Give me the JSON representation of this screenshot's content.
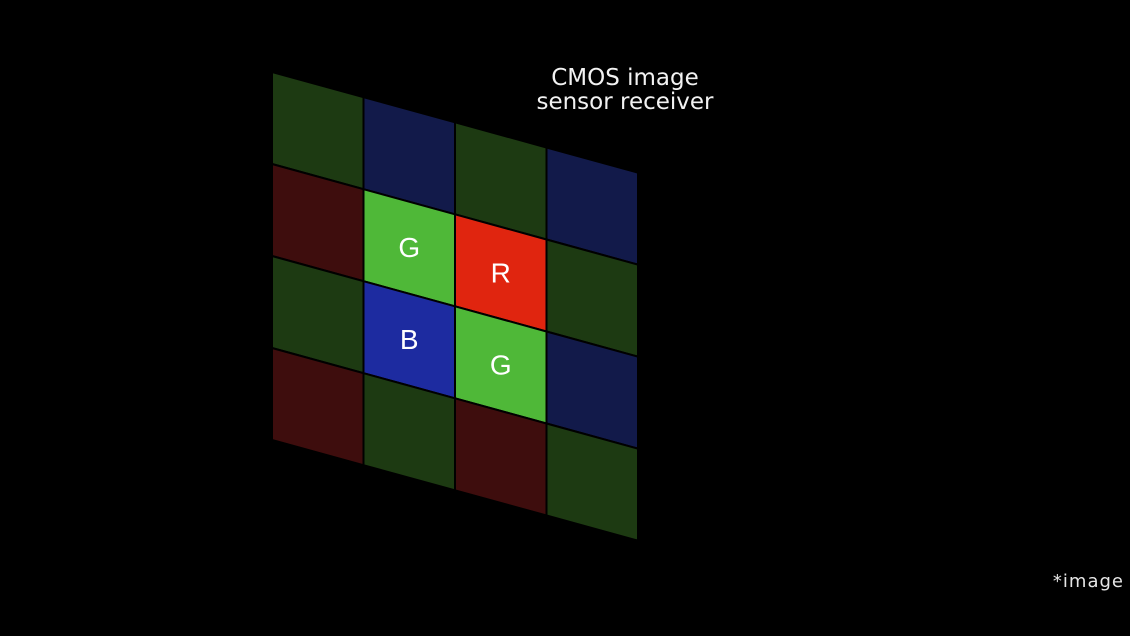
{
  "title": {
    "line1": "CMOS image",
    "line2": "sensor receiver"
  },
  "footnote": "*image",
  "colors": {
    "background": "#000000",
    "dim_green": "#1d3a12",
    "dim_blue": "#121a4a",
    "dim_red": "#3e0d0d",
    "bright_green": "#4fb838",
    "bright_red": "#e0250f",
    "bright_blue": "#1d2ba0"
  },
  "grid": {
    "rows": [
      [
        "G",
        "B",
        "G",
        "B"
      ],
      [
        "R",
        "G",
        "R",
        "G"
      ],
      [
        "G",
        "B",
        "G",
        "B"
      ],
      [
        "R",
        "G",
        "R",
        "G"
      ]
    ],
    "highlighted_cells": [
      {
        "row": 1,
        "col": 1,
        "label": "G"
      },
      {
        "row": 1,
        "col": 2,
        "label": "R"
      },
      {
        "row": 2,
        "col": 1,
        "label": "B"
      },
      {
        "row": 2,
        "col": 2,
        "label": "G"
      }
    ]
  }
}
